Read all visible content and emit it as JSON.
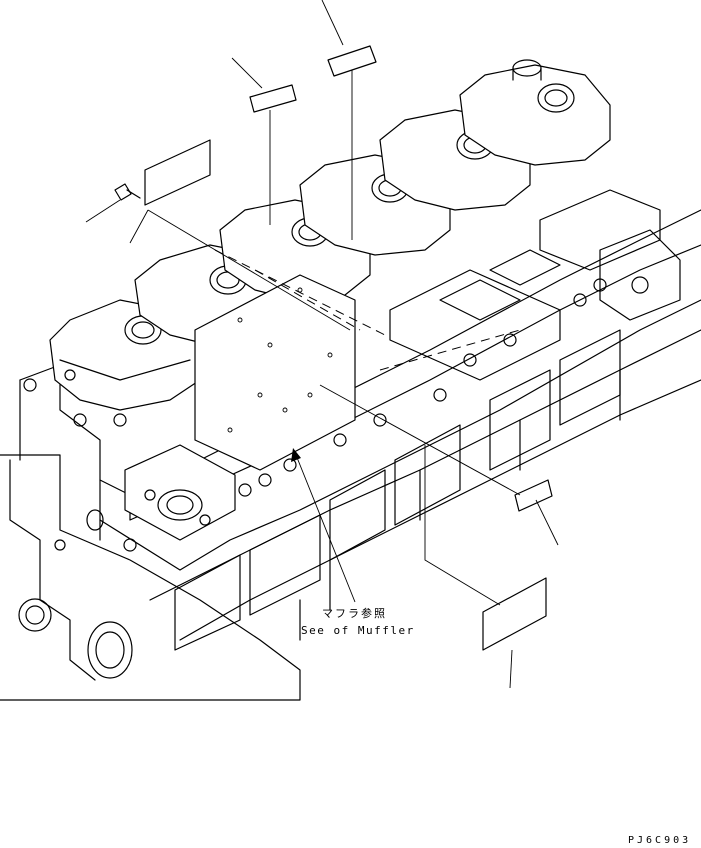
{
  "drawing": {
    "reference_note": {
      "japanese": "マフラ参照",
      "english": "See of Muffler"
    },
    "drawing_code": "PJ6C903"
  }
}
